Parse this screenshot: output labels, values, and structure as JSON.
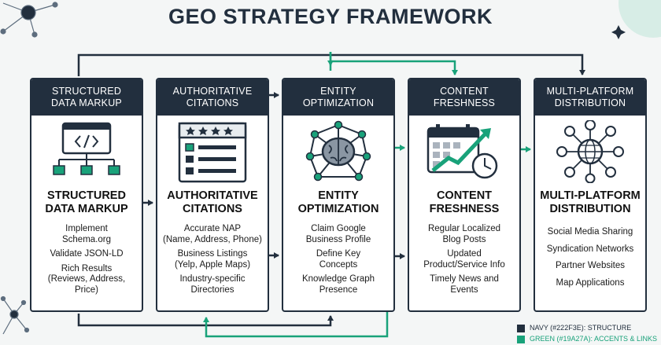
{
  "title": "GEO STRATEGY FRAMEWORK",
  "colors": {
    "navy": "#222f3e",
    "green": "#19a27a",
    "background": "#f4f6f6"
  },
  "panels": [
    {
      "header": [
        "STRUCTURED",
        "DATA MARKUP"
      ],
      "icon": "code-window-icon",
      "title": [
        "STRUCTURED",
        "DATA MARKUP"
      ],
      "items": [
        [
          "Implement",
          "Schema.org"
        ],
        [
          "Validate JSON-LD"
        ],
        [
          "Rich Results",
          "(Reviews, Address,",
          "Price)"
        ]
      ]
    },
    {
      "header": [
        "AUTHORITATIVE",
        "CITATIONS"
      ],
      "icon": "rating-listing-icon",
      "title": [
        "AUTHORITATIVE",
        "CITATIONS"
      ],
      "items": [
        [
          "Accurate NAP",
          "(Name, Address, Phone)"
        ],
        [
          "Business Listings",
          "(Yelp, Apple Maps)"
        ],
        [
          "Industry-specific",
          "Directories"
        ]
      ]
    },
    {
      "header": [
        "ENTITY",
        "OPTIMIZATION"
      ],
      "icon": "brain-network-icon",
      "title": [
        "ENTITY",
        "OPTIMIZATION"
      ],
      "items": [
        [
          "Claim Google",
          "Business Profile"
        ],
        [
          "Define Key",
          "Concepts"
        ],
        [
          "Knowledge Graph",
          "Presence"
        ]
      ]
    },
    {
      "header": [
        "CONTENT",
        "FRESHNESS"
      ],
      "icon": "calendar-growth-icon",
      "title": [
        "CONTENT",
        "FRESHNESS"
      ],
      "items": [
        [
          "Regular Localized",
          "Blog Posts"
        ],
        [
          "Updated",
          "Product/Service Info"
        ],
        [
          "Timely News and",
          "Events"
        ]
      ]
    },
    {
      "header": [
        "MULTI-PLATFORM",
        "DISTRIBUTION"
      ],
      "icon": "globe-network-icon",
      "title": [
        "MULTI-PLATFORM",
        "DISTRIBUTION"
      ],
      "items": [
        [
          "Social Media Sharing"
        ],
        [
          "Syndication Networks"
        ],
        [
          "Partner Websites"
        ],
        [
          "Map Applications"
        ]
      ]
    }
  ],
  "legend": [
    {
      "label": "NAVY (#222F3E): STRUCTURE",
      "color": "#222f3e"
    },
    {
      "label": "GREEN (#19A27A): ACCENTS & LINKS",
      "color": "#19a27a"
    }
  ]
}
